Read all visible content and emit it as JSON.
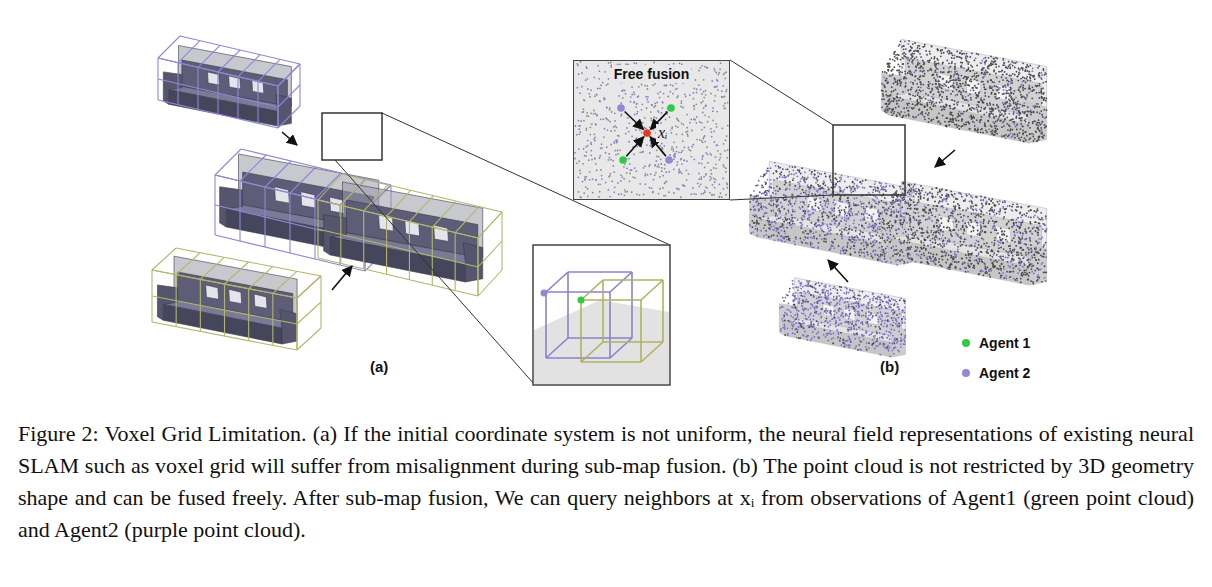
{
  "diagram": {
    "caption": "Figure 2: Voxel Grid Limitation. (a) If the initial coordinate system is not uniform, the neural field representations of existing neural SLAM such as voxel grid will suffer from misalignment during sub-map fusion. (b) The point cloud is not restricted by 3D geometry shape and can be fused freely. After sub-map fusion, We can query neighbors at xᵢ from observations of Agent1 (green point cloud) and Agent2 (purple point cloud).",
    "nodes": [
      {
        "text": [
          "Free fusion",
          "xᵢ"
        ]
      }
    ],
    "labels": [
      "(a)",
      "(b)"
    ],
    "legend": [
      {
        "text": "Agent 1",
        "color": "#2ecc40"
      },
      {
        "text": "Agent 2",
        "color": "#9188d8"
      }
    ]
  }
}
